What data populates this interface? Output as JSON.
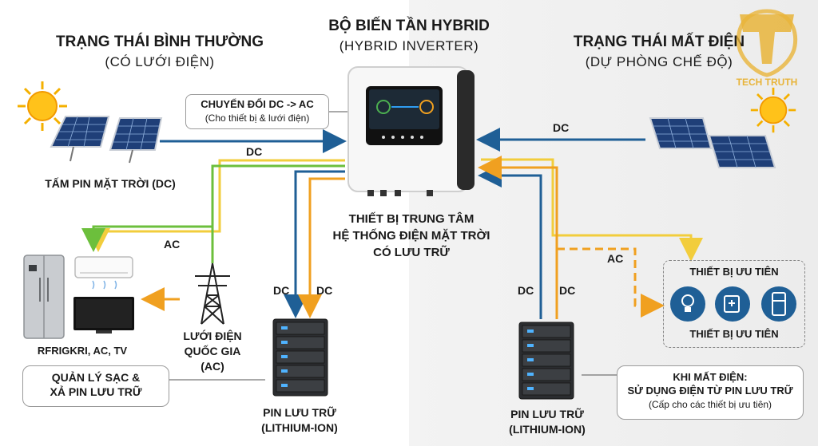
{
  "header": {
    "left_title": "TRẠNG THÁI BÌNH THƯỜNG",
    "left_sub": "(CÓ LƯỚI ĐIỆN)",
    "center_title": "BỘ BIẾN TẦN HYBRID",
    "center_sub": "(HYBRID INVERTER)",
    "right_title": "TRẠNG THÁI MẤT ĐIỆN",
    "right_sub": "(DỰ PHÒNG CHẾ ĐỘ)"
  },
  "logo": {
    "text": "TECH TRUTH"
  },
  "conversion_box": {
    "line1": "CHUYỂN ĐỔI DC -> AC",
    "line2": "(Cho thiết bị & lưới điện)"
  },
  "left": {
    "solar_label": "TẤM PIN MẶT TRỜI (DC)",
    "appliances_label": "RFRIGKRI, AC, TV",
    "grid_label": [
      "LƯỚI ĐIỆN",
      "QUỐC GIA",
      "(AC)"
    ],
    "manage_box": [
      "QUẢN LÝ SẠC &",
      "XẢ PIN LƯU TRỮ"
    ],
    "battery_label": [
      "PIN LƯU TRỮ",
      "(LITHIUM-ION)"
    ]
  },
  "center_caption": [
    "THIẾT BỊ TRUNG TÂM",
    "HỆ THỐNG ĐIỆN MẶT TRỜI",
    "CÓ LƯU TRỮ"
  ],
  "right": {
    "priority_title": "THIẾT BỊ ƯU TIÊN",
    "priority_footer": "THIẾT BỊ ƯU TIÊN",
    "outage_box": [
      "KHI MẤT ĐIỆN:",
      "SỬ DỤNG ĐIỆN TỪ PIN LƯU TRỮ",
      "(Cấp cho các thiết bị ưu tiên)"
    ],
    "battery_label": [
      "PIN LƯU TRỮ",
      "(LITHIUM-ION)"
    ]
  },
  "flows": {
    "dc_left_solar": "DC",
    "ac_left": "AC",
    "dc_left_bat_1": "DC",
    "dc_left_bat_2": "DC",
    "dc_right_solar": "DC",
    "ac_right": "AC",
    "dc_right_bat_1": "DC",
    "dc_right_bat_2": "DC"
  },
  "colors": {
    "dc_blue": "#1f5f96",
    "ac_orange": "#f0a020",
    "green": "#6cbf3c",
    "yellow": "#f2cd3c",
    "accent_gold": "#e8b43a"
  }
}
